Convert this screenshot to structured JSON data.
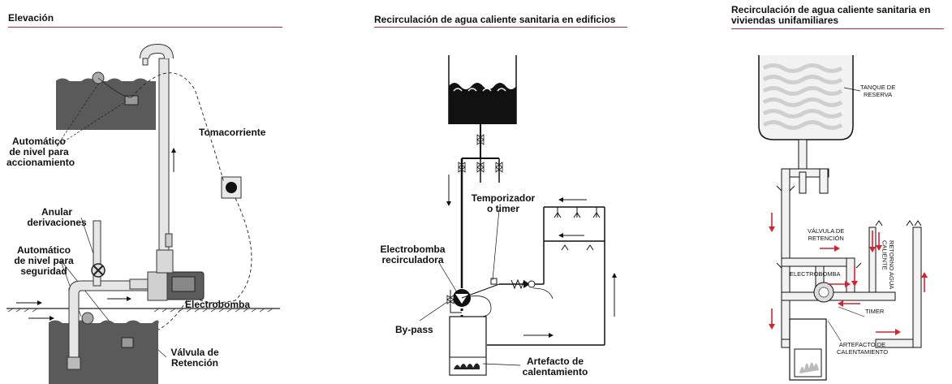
{
  "panels": {
    "elevacion": {
      "title": "Elevación",
      "labels": {
        "auto_accion": "Automático\nde nivel para\naccionamiento",
        "tomacorriente": "Tomacorriente",
        "anular": "Anular\nderivaciones",
        "auto_seguridad": "Automático\nde nivel para\nseguridad",
        "electrobomba": "Electrobomba",
        "valvula": "Válvula de\nRetención"
      }
    },
    "edificios": {
      "title": "Recirculación de agua caliente sanitaria en edificios",
      "labels": {
        "temporizador": "Temporizador\no timer",
        "electrobomba": "Electrobomba\nrecirculadora",
        "bypass": "By-pass",
        "artefacto": "Artefacto de\ncalentamiento"
      }
    },
    "viviendas": {
      "title": "Recirculación de agua caliente sanitaria en\nviviendas unifamiliares",
      "labels": {
        "tanque": "TANQUE DE\nRESERVA",
        "valvula": "VÁLVULA DE\nRETENCIÓN",
        "electrobomba": "ELECTROBOMBA",
        "retorno": "RETORNO AGUA\nCALIENTE",
        "timer": "TIMER",
        "artefacto": "ARTEFACTO DE\nCALENTAMIENTO"
      }
    }
  },
  "colors": {
    "rule": "#c8243a",
    "arrow_red": "#d4222e",
    "water_dark": "#555555",
    "ink": "#111111"
  }
}
